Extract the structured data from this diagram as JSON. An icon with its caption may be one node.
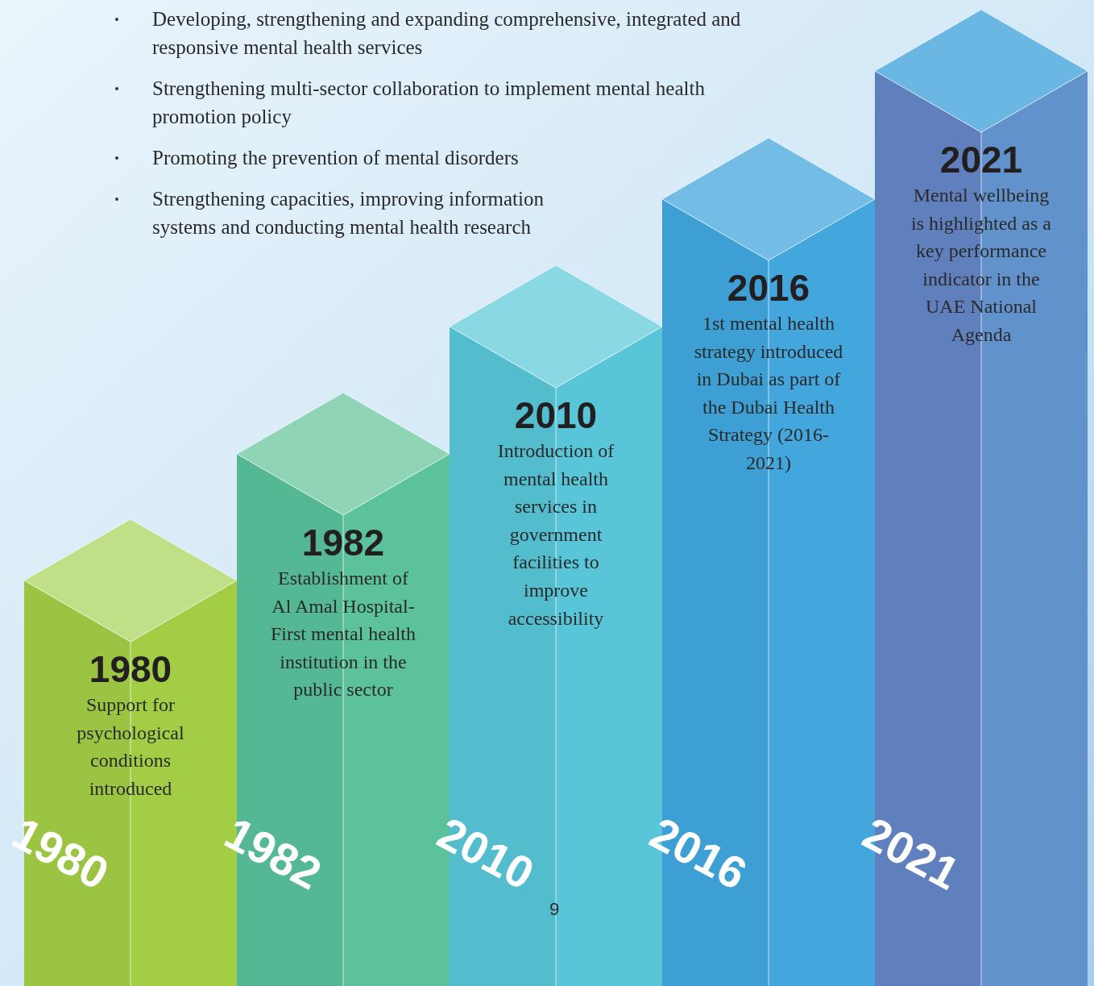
{
  "diagram": {
    "nodes": [
      {
        "text": [
          "1980",
          "Support for psychological conditions introduced",
          "1980"
        ]
      },
      {
        "text": [
          "1982",
          "Establishment of Al Amal Hospital- First mental health institution in the public sector",
          "1982"
        ]
      },
      {
        "text": [
          "2010",
          "Introduction of mental health services in government facilities  to improve accessibility",
          "2010"
        ]
      },
      {
        "text": [
          "2016",
          "1st mental health strategy introduced in Dubai as part of the Dubai Health Strategy (2016-2021)",
          "2016"
        ]
      },
      {
        "text": [
          "2021",
          "Mental wellbeing is highlighted as a key performance indicator in the UAE National Agenda",
          "2021"
        ]
      }
    ],
    "labels": [
      "Developing, strengthening and expanding comprehensive, integrated and responsive mental health services",
      "Strengthening multi-sector collaboration to implement mental health promotion policy",
      "Promoting the prevention of mental disorders",
      "Strengthening capacities, improving information systems and conducting mental health research",
      "9"
    ]
  }
}
